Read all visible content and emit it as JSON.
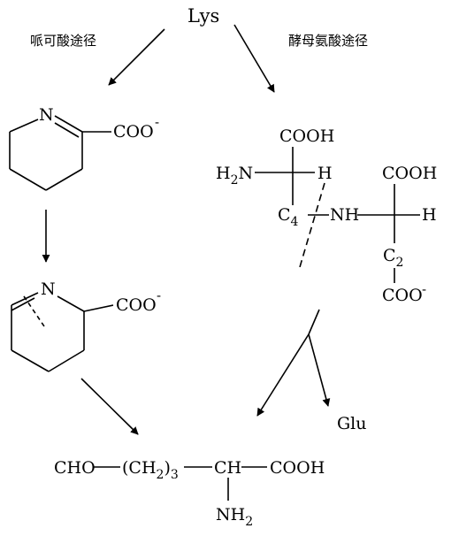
{
  "start": "Lys",
  "left_pathway_label": "哌可酸途径",
  "right_pathway_label": "酵母氨酸途径",
  "left_ring_1": {
    "n_label": "N",
    "carboxylate": "COO",
    "charge": "-"
  },
  "left_ring_2": {
    "n_label": "N",
    "carboxylate": "COO",
    "charge": "-"
  },
  "saccharopine": {
    "left_cooh": "COOH",
    "amine_h": "H",
    "amine_h_sub": "2",
    "amine_n": "N",
    "alpha_h": "H",
    "c4": "C",
    "c4_sub": "4",
    "nh": "NH",
    "right_cooh": "COOH",
    "right_h": "H",
    "c2": "C",
    "c2_sub": "2",
    "carboxylate": "COO",
    "charge": "-"
  },
  "side_product": "Glu",
  "product": {
    "cho": "CHO",
    "chain_open": "(CH",
    "chain_sub": "2",
    "chain_close": ")",
    "chain_count": "3",
    "ch": "CH",
    "cooh": "COOH",
    "nh": "NH",
    "nh_sub": "2"
  }
}
